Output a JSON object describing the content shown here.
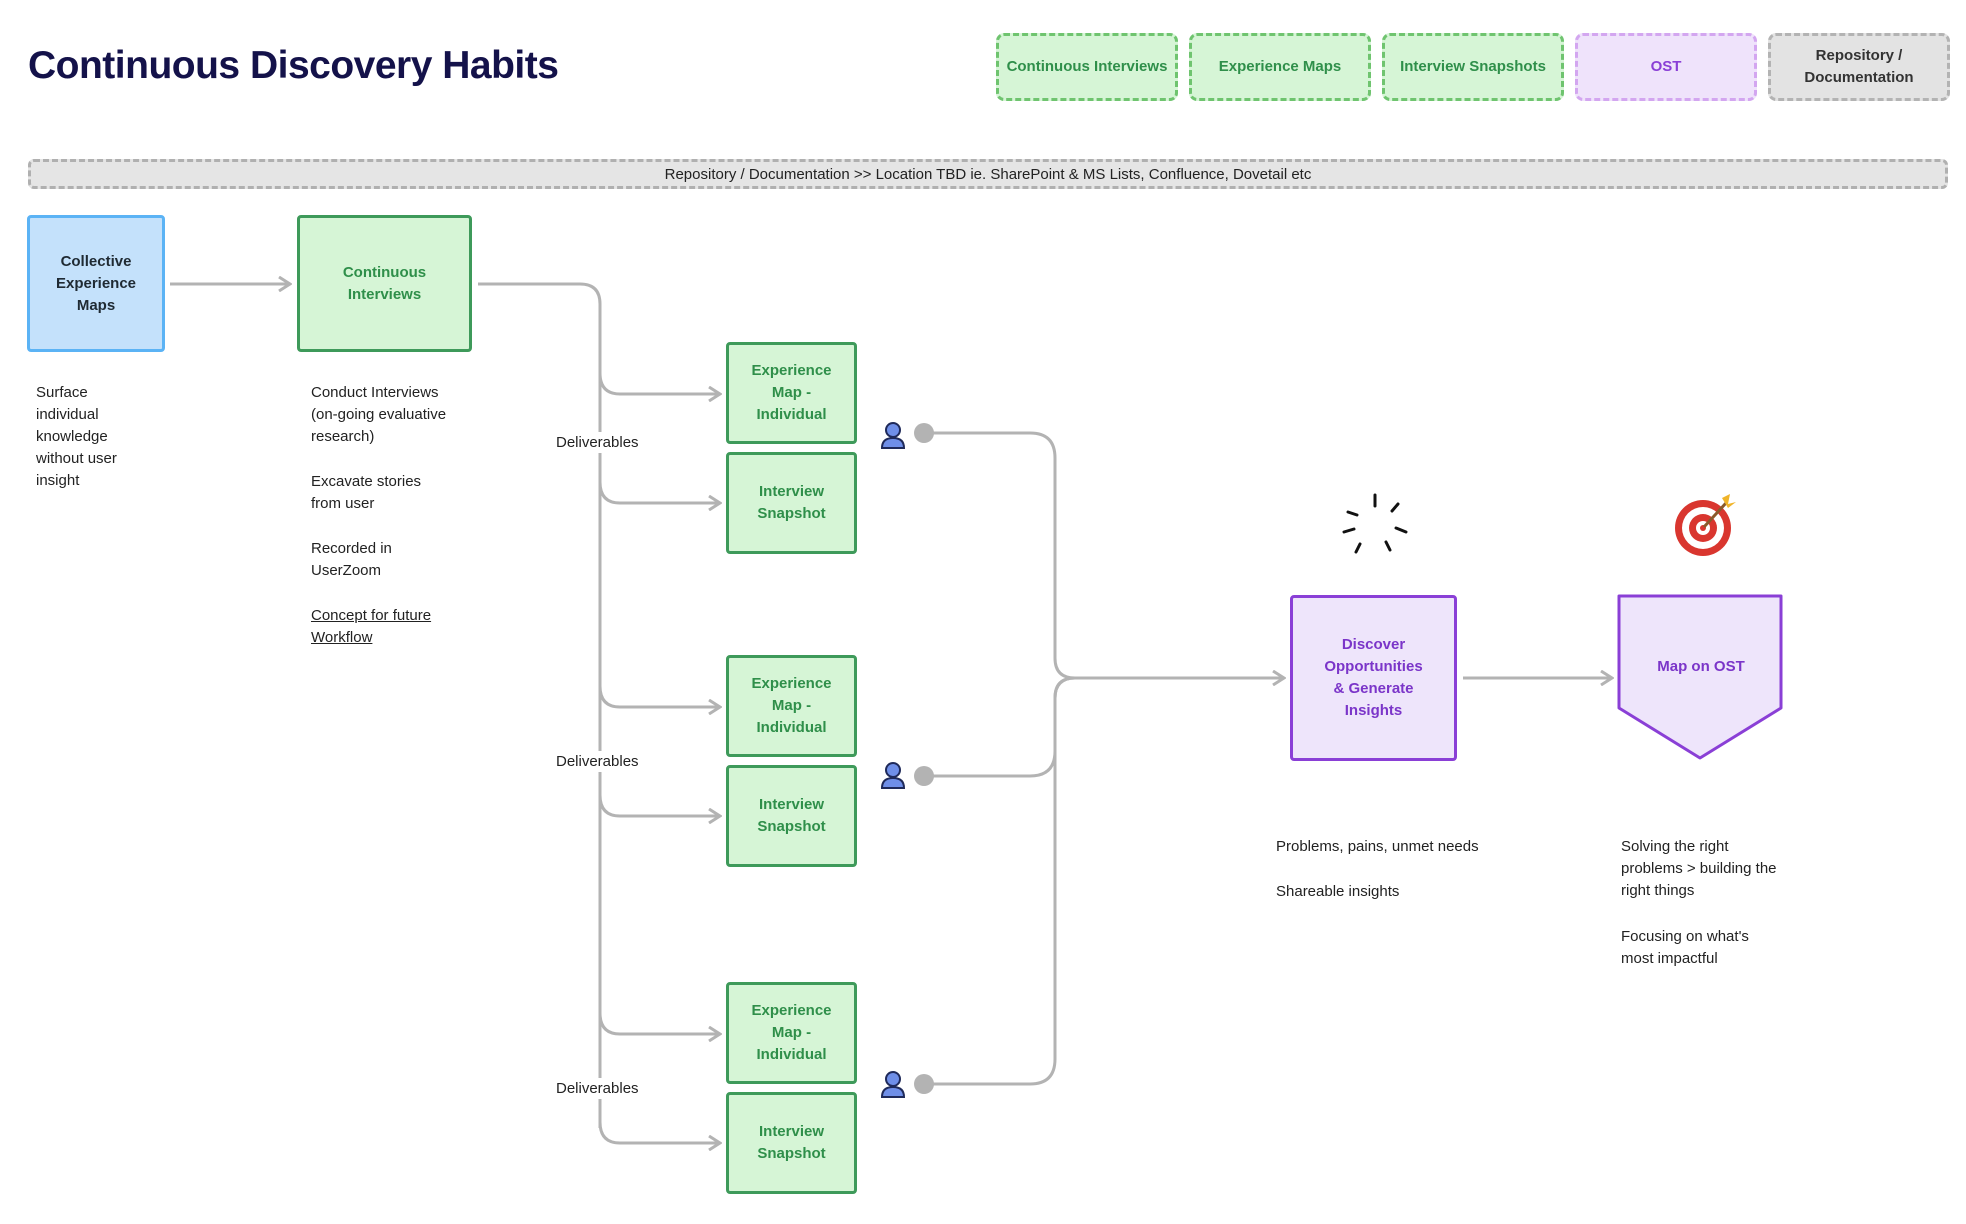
{
  "title": "Continuous Discovery Habits",
  "legend": [
    {
      "label": "Continuous Interviews"
    },
    {
      "label": "Experience Maps"
    },
    {
      "label": "Interview Snapshots"
    },
    {
      "label": "OST"
    },
    {
      "label": "Repository / Documentation"
    }
  ],
  "repository_bar": "Repository / Documentation >> Location TBD ie. SharePoint & MS Lists, Confluence, Dovetail etc",
  "nodes": {
    "collective": "Collective Experience Maps",
    "interviews": "Continuous Interviews",
    "experience_map": "Experience Map - Individual",
    "snapshot": "Interview Snapshot",
    "discover": "Discover Opportunities & Generate Insights",
    "ost": "Map on OST"
  },
  "deliverables_label": "Deliverables",
  "notes": {
    "collective": "Surface\nindividual\nknowledge\nwithout user\ninsight",
    "interviews_1": "Conduct Interviews\n(on-going evaluative\nresearch)",
    "interviews_2": "Excavate stories\nfrom user",
    "interviews_3": "Recorded in\nUserZoom",
    "interviews_link": "Concept for future\nWorkflow",
    "discover_1": "Problems, pains, unmet needs",
    "discover_2": "Shareable insights",
    "ost_1": "Solving the right\nproblems > building the\nright things",
    "ost_2": "Focusing on what's\nmost impactful"
  },
  "icons": {
    "user": "user-icon",
    "spark": "spark-icon",
    "target": "target-icon"
  },
  "colors": {
    "title": "#14124a",
    "green": "#3e9a5a",
    "green_fill": "#d6f5d6",
    "blue": "#5bb3f5",
    "blue_fill": "#c4e1fb",
    "purple": "#8a3fd6",
    "purple_fill": "#eee5fb",
    "connector": "#b3b3b3"
  }
}
